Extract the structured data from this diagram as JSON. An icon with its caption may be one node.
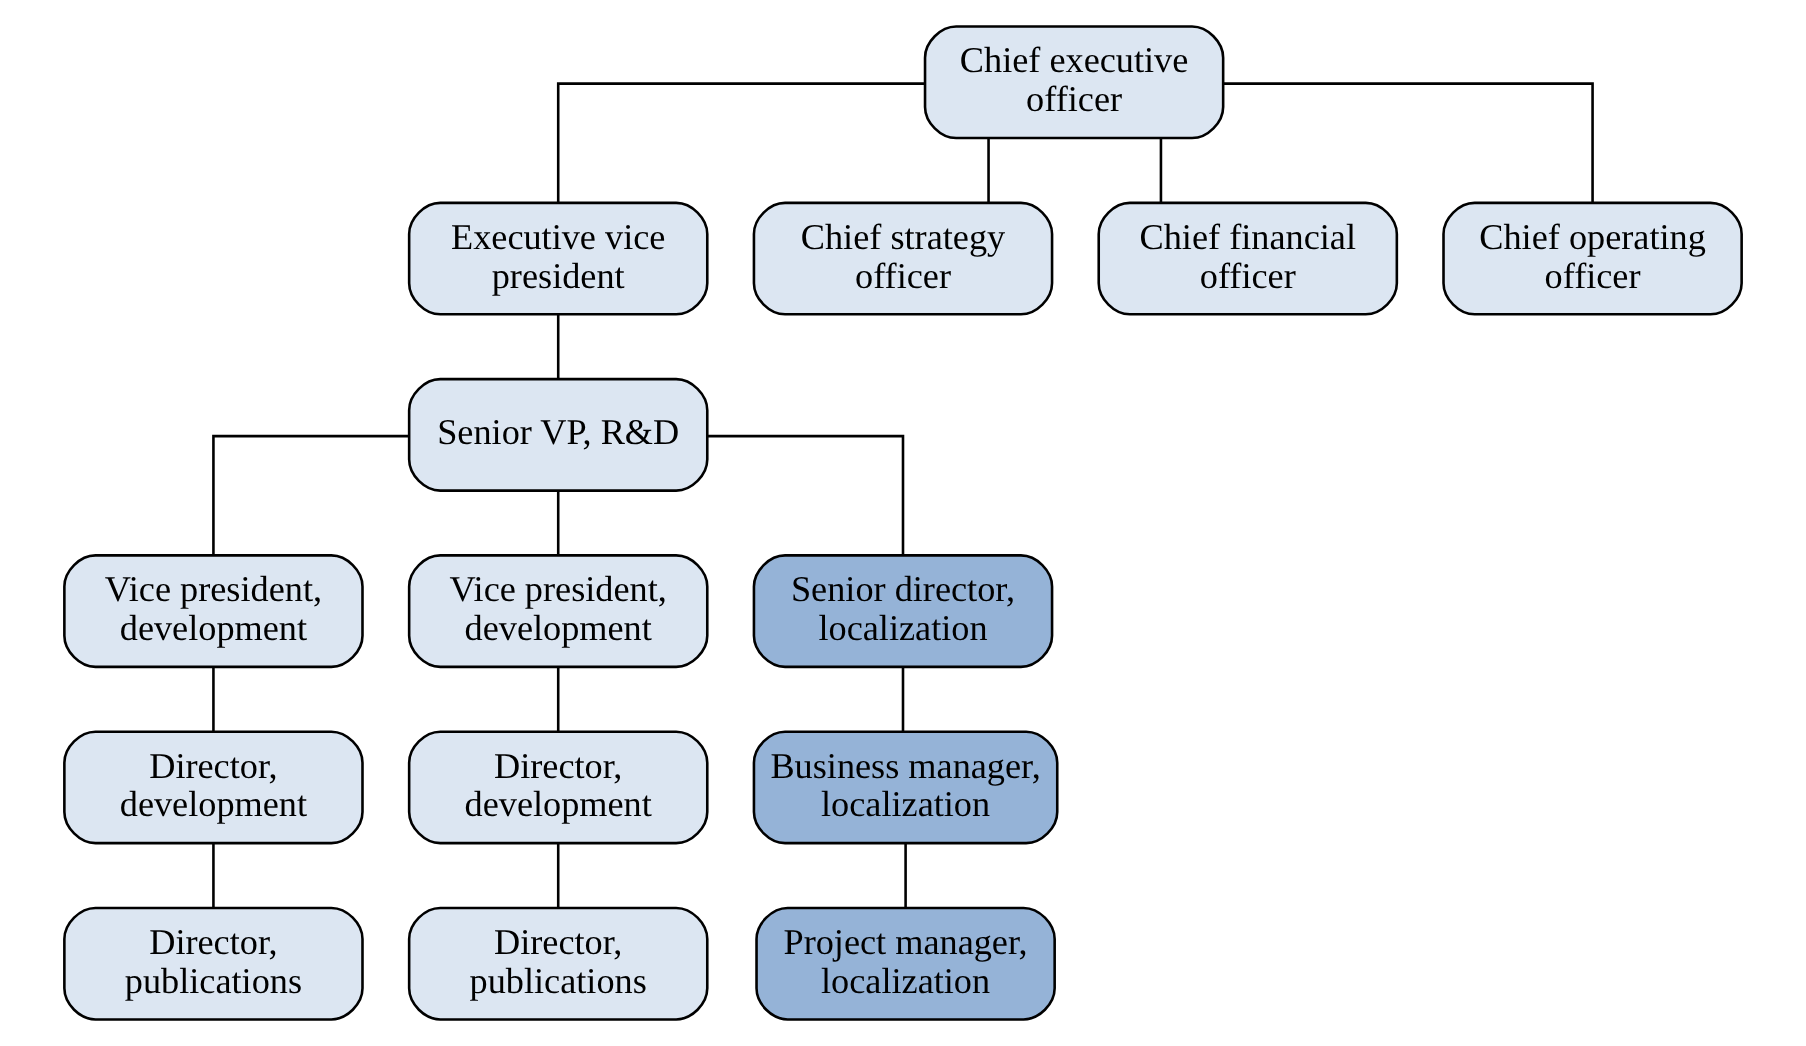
{
  "diagram": {
    "nodes": [
      {
        "text": [
          "Chief executive officer"
        ]
      },
      {
        "text": [
          "Executive vice president"
        ]
      },
      {
        "text": [
          "Chief strategy officer"
        ]
      },
      {
        "text": [
          "Chief financial officer"
        ]
      },
      {
        "text": [
          "Chief operating officer"
        ]
      },
      {
        "text": [
          "Senior VP, R&D"
        ]
      },
      {
        "text": [
          "Vice president, development"
        ]
      },
      {
        "text": [
          "Vice president, development"
        ]
      },
      {
        "text": [
          "Senior director, localization"
        ]
      },
      {
        "text": [
          "Director, development"
        ]
      },
      {
        "text": [
          "Director, publications"
        ]
      },
      {
        "text": [
          "Director, development"
        ]
      },
      {
        "text": [
          "Director, publications"
        ]
      },
      {
        "text": [
          "Business manager, localization"
        ]
      },
      {
        "text": [
          "Project manager, localization"
        ]
      }
    ],
    "edges": [
      {
        "from": 0,
        "to": 1,
        "arrow": "none"
      },
      {
        "from": 0,
        "to": 2,
        "arrow": "none"
      },
      {
        "from": 0,
        "to": 3,
        "arrow": "none"
      },
      {
        "from": 0,
        "to": 4,
        "arrow": "none"
      },
      {
        "from": 1,
        "to": 5,
        "arrow": "none"
      },
      {
        "from": 5,
        "to": 6,
        "arrow": "none"
      },
      {
        "from": 5,
        "to": 7,
        "arrow": "none"
      },
      {
        "from": 5,
        "to": 8,
        "arrow": "none"
      },
      {
        "from": 6,
        "to": 9,
        "arrow": "none"
      },
      {
        "from": 9,
        "to": 10,
        "arrow": "none"
      },
      {
        "from": 7,
        "to": 11,
        "arrow": "none"
      },
      {
        "from": 11,
        "to": 12,
        "arrow": "none"
      },
      {
        "from": 8,
        "to": 13,
        "arrow": "none"
      },
      {
        "from": 13,
        "to": 14,
        "arrow": "none"
      }
    ]
  }
}
